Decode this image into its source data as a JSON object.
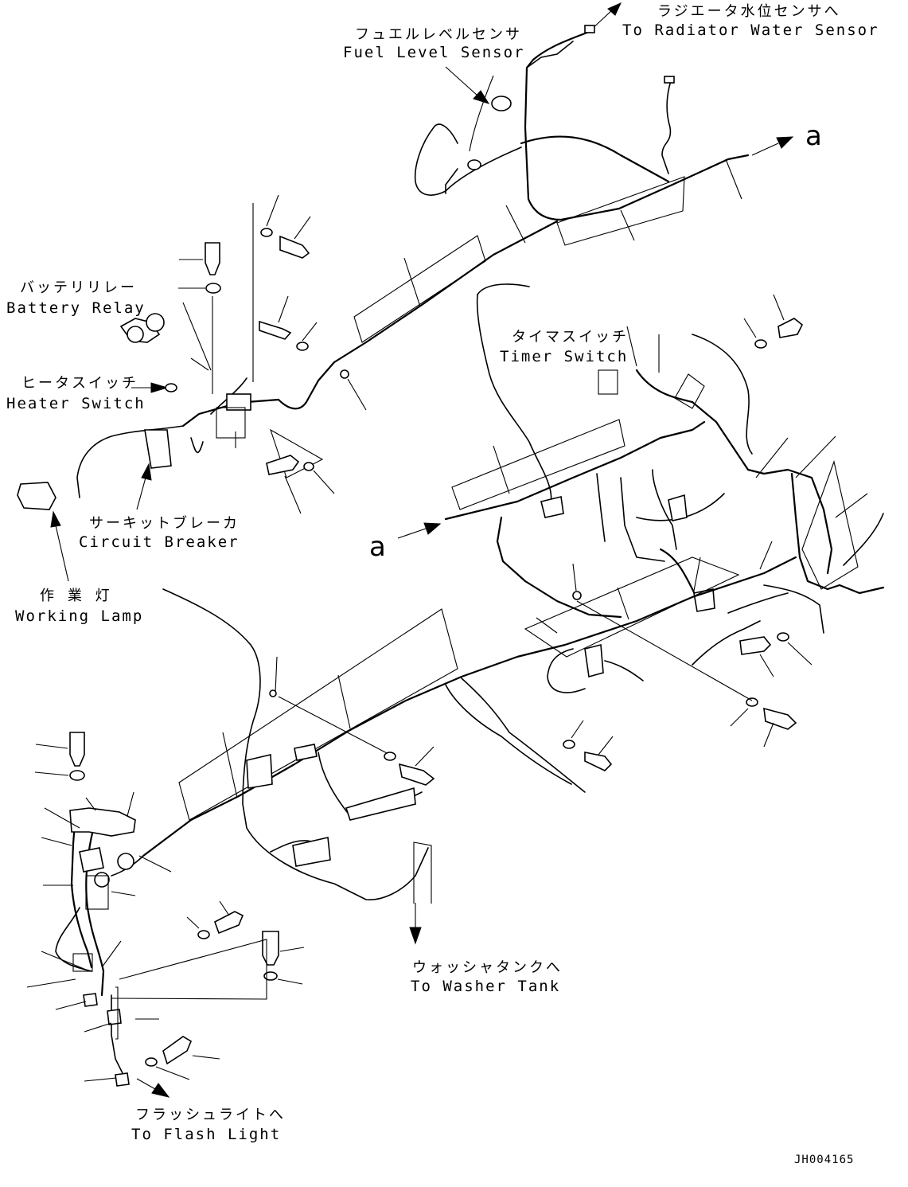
{
  "labels": {
    "radiator": {
      "jp": "ラジエータ水位センサへ",
      "en": "To Radiator Water Sensor"
    },
    "fuel": {
      "jp": "フュエルレベルセンサ",
      "en": "Fuel Level Sensor"
    },
    "battery": {
      "jp": "バッテリリレー",
      "en": "Battery Relay"
    },
    "heater": {
      "jp": "ヒータスイッチ",
      "en": "Heater Switch"
    },
    "timer": {
      "jp": "タイマスイッチ",
      "en": "Timer Switch"
    },
    "breaker": {
      "jp": "サーキットブレーカ",
      "en": "Circuit Breaker"
    },
    "lamp": {
      "jp": "作 業 灯",
      "en": "Working Lamp"
    },
    "washer": {
      "jp": "ウォッシャタンクへ",
      "en": "To Washer Tank"
    },
    "flash": {
      "jp": "フラッシュライトへ",
      "en": "To Flash Light"
    }
  },
  "markers": {
    "a_top": "a",
    "a_mid": "a"
  },
  "drawing_code": "JH004165"
}
